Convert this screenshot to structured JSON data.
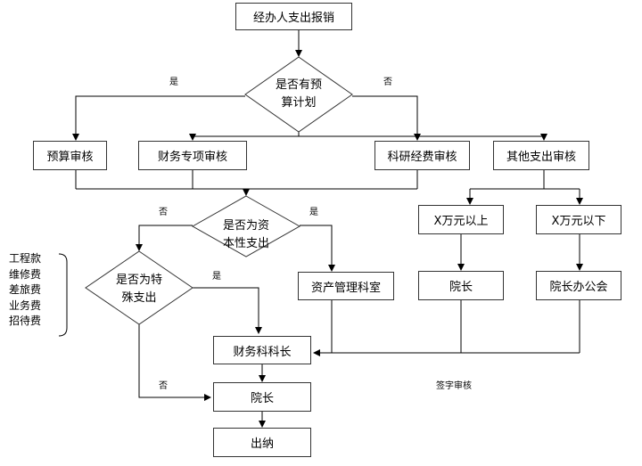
{
  "nodes": {
    "start": "经办人支出报销",
    "budget_review": "预算审核",
    "finance_special_review": "财务专项审核",
    "research_fund_review": "科研经费审核",
    "other_expense_review": "其他支出审核",
    "above_x": "X万元以上",
    "below_x": "X万元以下",
    "president_right": "院长",
    "president_office_meeting": "院长办公会",
    "asset_management": "资产管理科室",
    "finance_section_chief": "财务科科长",
    "president_main": "院长",
    "cashier": "出纳"
  },
  "decisions": {
    "has_budget_plan": {
      "line1": "是否有预",
      "line2": "算计划"
    },
    "is_capital_expense": {
      "line1": "是否为资",
      "line2": "本性支出"
    },
    "is_special_expense": {
      "line1": "是否为特",
      "line2": "殊支出"
    }
  },
  "labels": {
    "yes": "是",
    "no": "否",
    "sign_review": "签字审核"
  },
  "special_expense_types": [
    "工程款",
    "维修费",
    "差旅费",
    "业务费",
    "招待费"
  ]
}
